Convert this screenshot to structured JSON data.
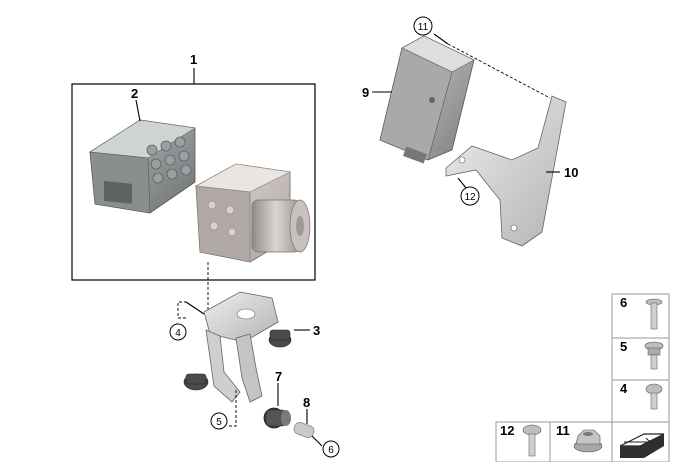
{
  "callouts": {
    "c1": "1",
    "c2": "2",
    "c3": "3",
    "c4": "4",
    "c5": "5",
    "c6": "6",
    "c7": "7",
    "c8": "8",
    "c9": "9",
    "c10": "10",
    "c11": "11",
    "c12": "12"
  },
  "legend": {
    "r6": "6",
    "r5": "5",
    "r4": "4",
    "r12": "12",
    "r11": "11"
  }
}
